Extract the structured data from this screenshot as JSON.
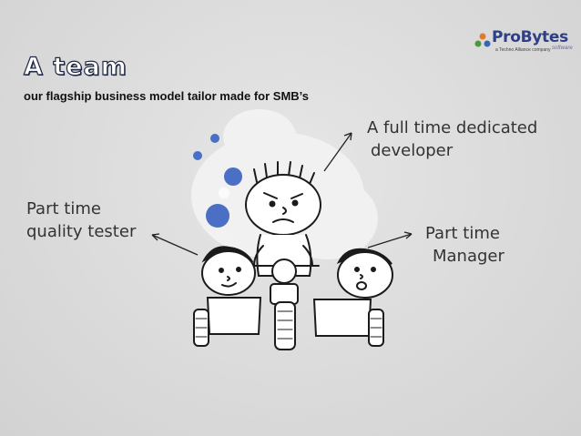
{
  "logo": {
    "name": "ProBytes",
    "tagline": "software",
    "parent": "a Techno Alliance company"
  },
  "title": "A team",
  "subtitle": "our flagship business model tailor made for SMB’s",
  "labels": {
    "developer": [
      "A full time dedicated",
      "developer"
    ],
    "tester": [
      "Part time",
      "quality tester"
    ],
    "manager": [
      "Part time",
      "Manager"
    ]
  },
  "colors": {
    "title_fill": "#ffffff",
    "title_outline": "#1f2a45",
    "bubble_blue": "#4a6fc4",
    "logo_blue": "#2f3f86"
  }
}
